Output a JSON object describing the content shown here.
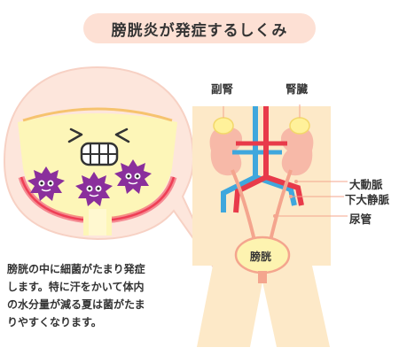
{
  "title": "膀胱炎が発症するしくみ",
  "labels": {
    "adrenal_left": "副腎",
    "kidney_right": "腎臓",
    "aorta": "大動脈",
    "vena_cava": "下大静脈",
    "ureter": "尿管",
    "bladder": "膀胱"
  },
  "caption": [
    "膀胱の中に細菌がたまり発症",
    "します。特に汗をかいて体内",
    "の水分量が減る夏は菌がたま",
    "りやすくなります。"
  ],
  "colors": {
    "title_bg": "#fde0d4",
    "skin": "#fde9c8",
    "bubble": "#fde6dc",
    "kidney": "#f7b9a8",
    "adrenal": "#fff19a",
    "aorta": "#e83a4a",
    "vena_cava": "#3fa7dd",
    "ureter": "#f4a58e",
    "bacteria": "#8a2f9c"
  }
}
